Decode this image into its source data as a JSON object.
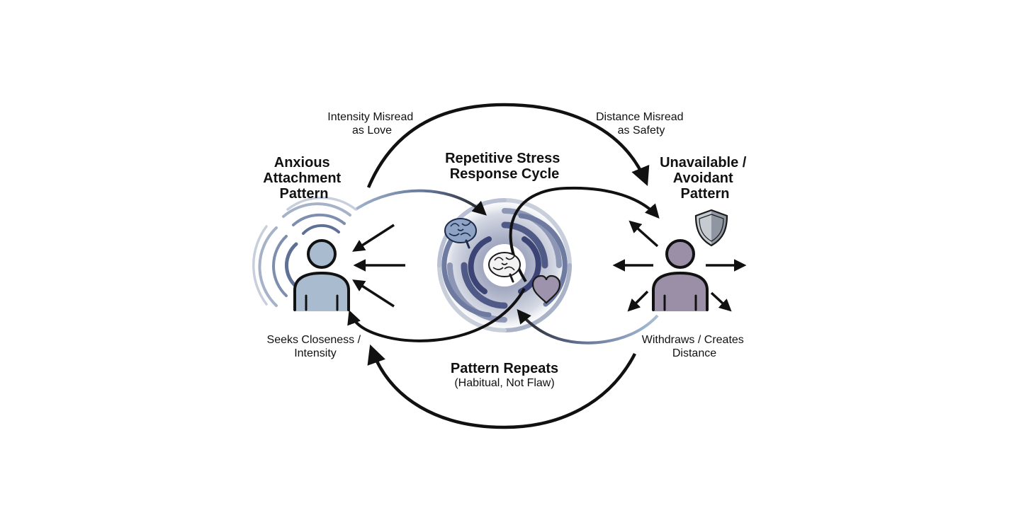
{
  "center": {
    "title_lines": [
      "Repetitive Stress",
      "Response Cycle"
    ]
  },
  "left": {
    "title_lines": [
      "Anxious",
      "Attachment",
      "Pattern"
    ],
    "caption_lines": [
      "Seeks Closeness /",
      "Intensity"
    ],
    "color": "#a9bccf"
  },
  "right": {
    "title_lines": [
      "Unavailable /",
      "Avoidant",
      "Pattern"
    ],
    "caption_lines": [
      "Withdraws / Creates",
      "Distance"
    ],
    "color": "#9a8fa6"
  },
  "top_left_note": [
    "Intensity Misread",
    "as Love"
  ],
  "top_right_note": [
    "Distance Misread",
    "as Safety"
  ],
  "bottom": {
    "title": "Pattern Repeats",
    "subtitle": "(Habitual, Not Flaw)"
  },
  "icons": [
    "person-icon",
    "signal-waves-icon",
    "brain-icon",
    "heart-icon",
    "shield-icon"
  ],
  "colors": {
    "ink": "#111111",
    "slate": "#7b8bab",
    "vortex": "#5a6590",
    "heart": "#9e93ad",
    "shield": "#aab0b8"
  }
}
